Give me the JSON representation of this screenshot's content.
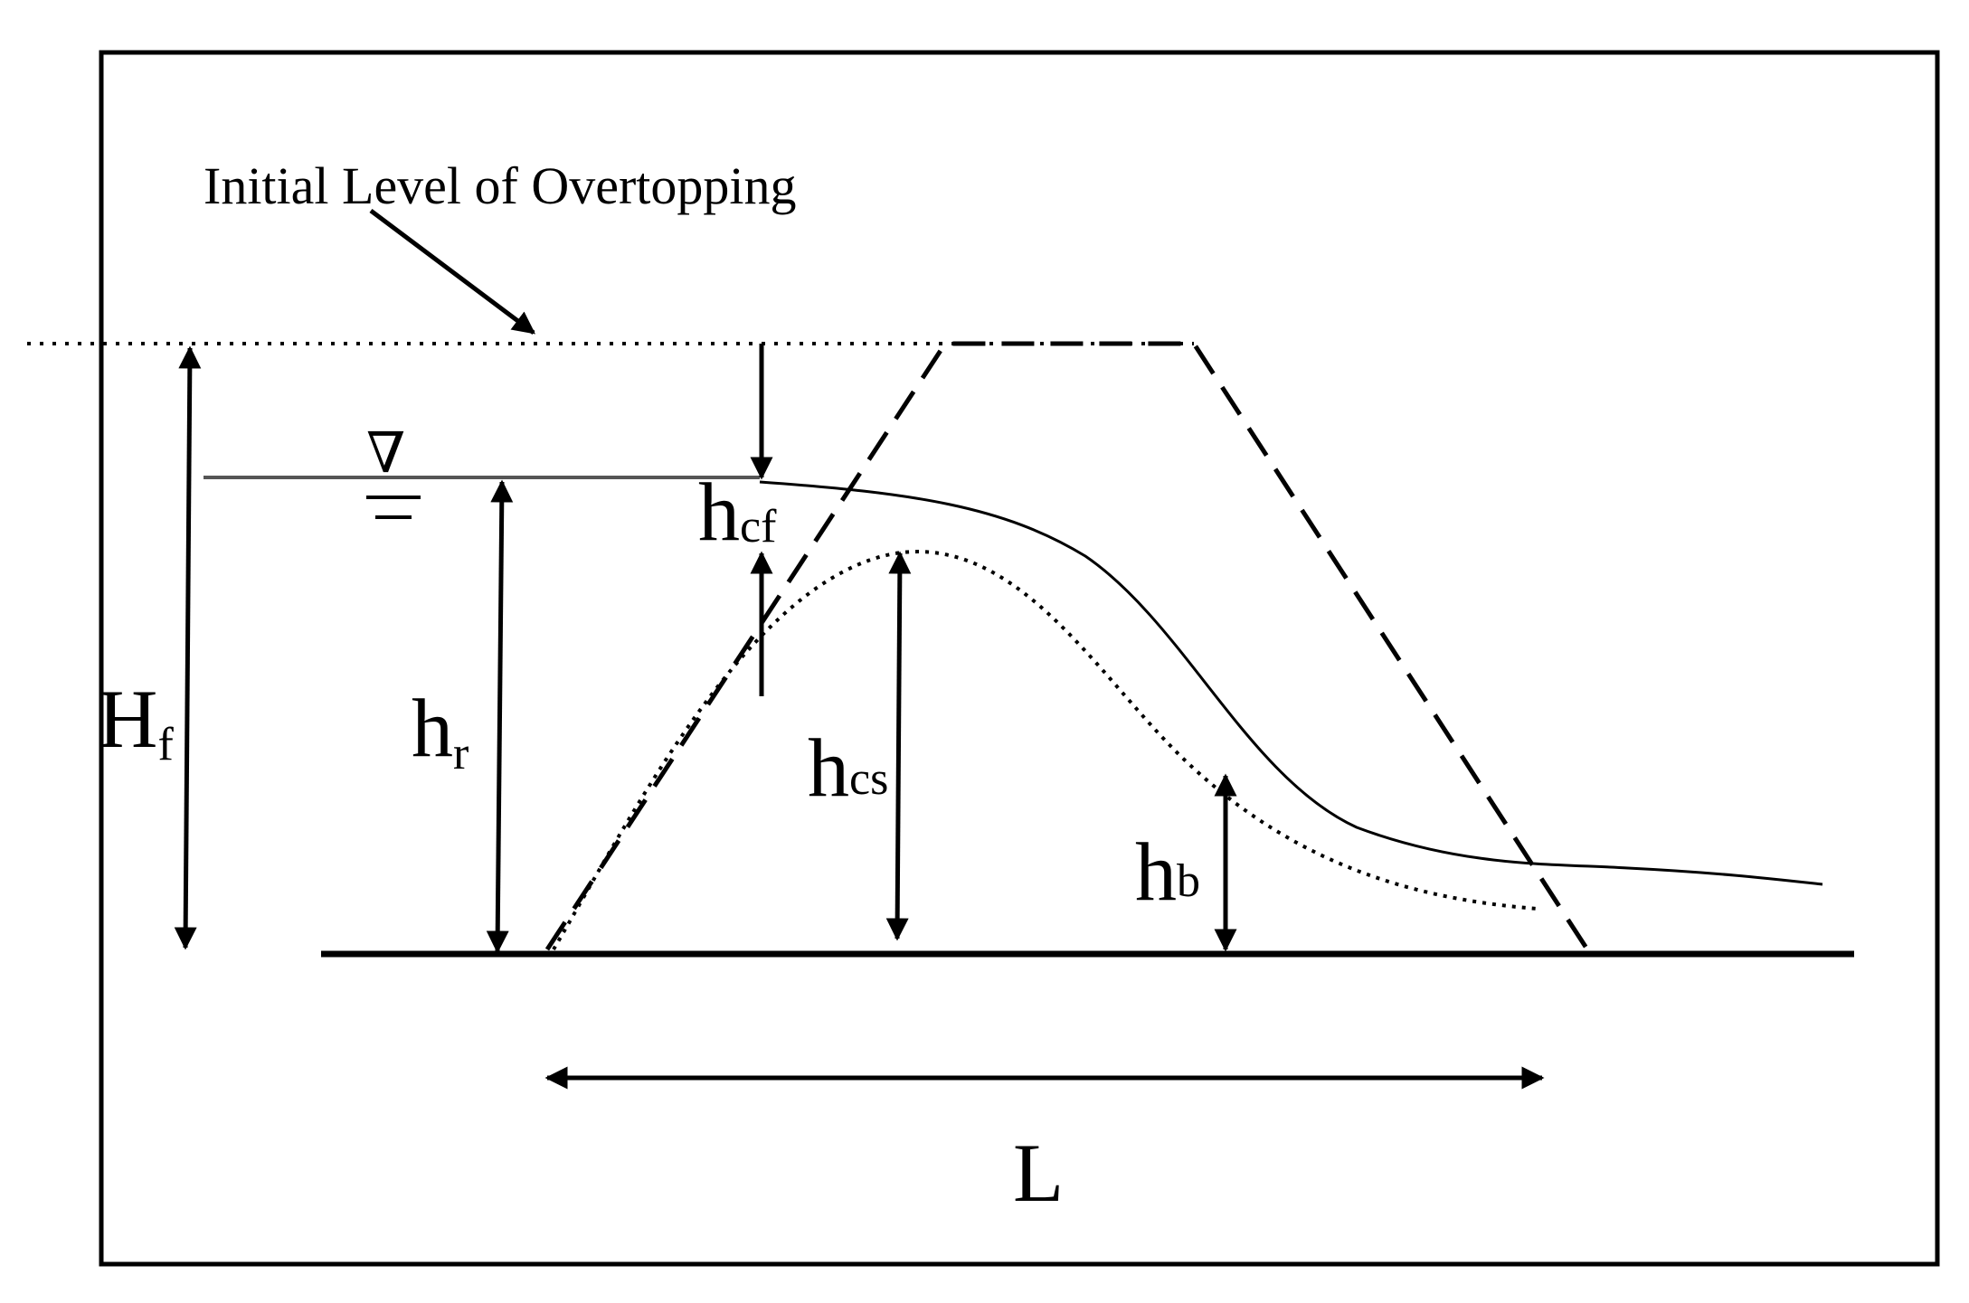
{
  "annotation": {
    "text": "Initial Level of Overtopping"
  },
  "labels": {
    "Hf": {
      "main": "H",
      "sub": "f"
    },
    "hr": {
      "main": "h",
      "sub": "r"
    },
    "hcf": {
      "main": "h",
      "sub": "cf"
    },
    "hcs": {
      "main": "h",
      "sub": "cs"
    },
    "hb": {
      "main": "h",
      "sub": "b"
    },
    "L": {
      "main": "L"
    }
  },
  "symbols": {
    "water_surface": "∇"
  },
  "colors": {
    "line": "#000000",
    "water_line": "#555555",
    "background": "#ffffff"
  }
}
